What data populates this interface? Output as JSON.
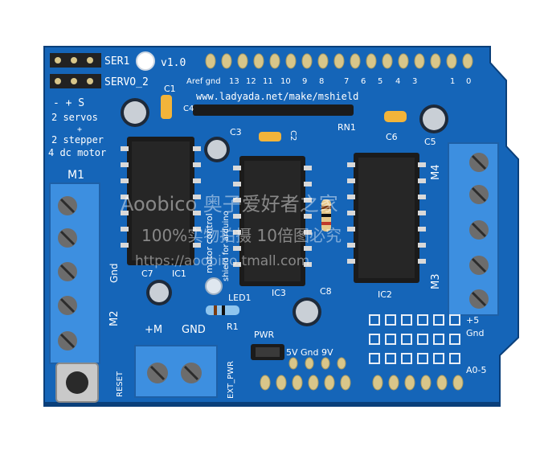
{
  "board": {
    "colors": {
      "pcb": "#1565b8",
      "pcb_dark": "#0d4f95",
      "silk": "#ffffff",
      "terminal_blue": "#3d8fe0",
      "ic_body": "#1b1b1b",
      "cap_yellow": "#f2b43a",
      "pad_gold": "#d8c68a"
    },
    "labels": {
      "ser1": "SER1",
      "servo2": "SERVO_2",
      "version": "v1.0",
      "c1": "C1",
      "c4": "C4",
      "polarity": "- + S",
      "servos": "2 servos",
      "plus": "+",
      "steppers": "2 stepper",
      "dc_motor": "4 dc motor",
      "m1": "M1",
      "m2": "M2",
      "m3": "M3",
      "m4": "M4",
      "gnd_left": "Gnd",
      "aref_gnd": "Aref gnd",
      "digital_pins": [
        "13",
        "12",
        "11",
        "10",
        "9",
        "8",
        "7",
        "6",
        "5",
        "4",
        "3",
        "1",
        "0"
      ],
      "url": "www.ladyada.net/make/mshield",
      "rn1": "RN1",
      "c3": "C3",
      "c2": "C2",
      "c5": "C5",
      "c6": "C6",
      "c7": "C7",
      "c8": "C8",
      "ic1": "IC1",
      "ic2": "IC2",
      "ic3": "IC3",
      "led1": "LED1",
      "r1": "R1",
      "plus_m": "+M",
      "gnd_bottom": "GND",
      "reset": "RESET",
      "ext_pwr": "EXT_PWR",
      "pwr": "PWR",
      "power_row": "5V Gnd 9V",
      "plus5": "+5",
      "gnd_right": "Gnd",
      "a05": "A0-5",
      "motor_control": "motor control",
      "shield_arduino": "shield for arduino"
    },
    "watermark": {
      "line1": "Aoobico 奥子爱好者之家",
      "line2": "100%实物拍摄 10倍图必究",
      "line3": "https://aoobico.tmall.com"
    }
  }
}
